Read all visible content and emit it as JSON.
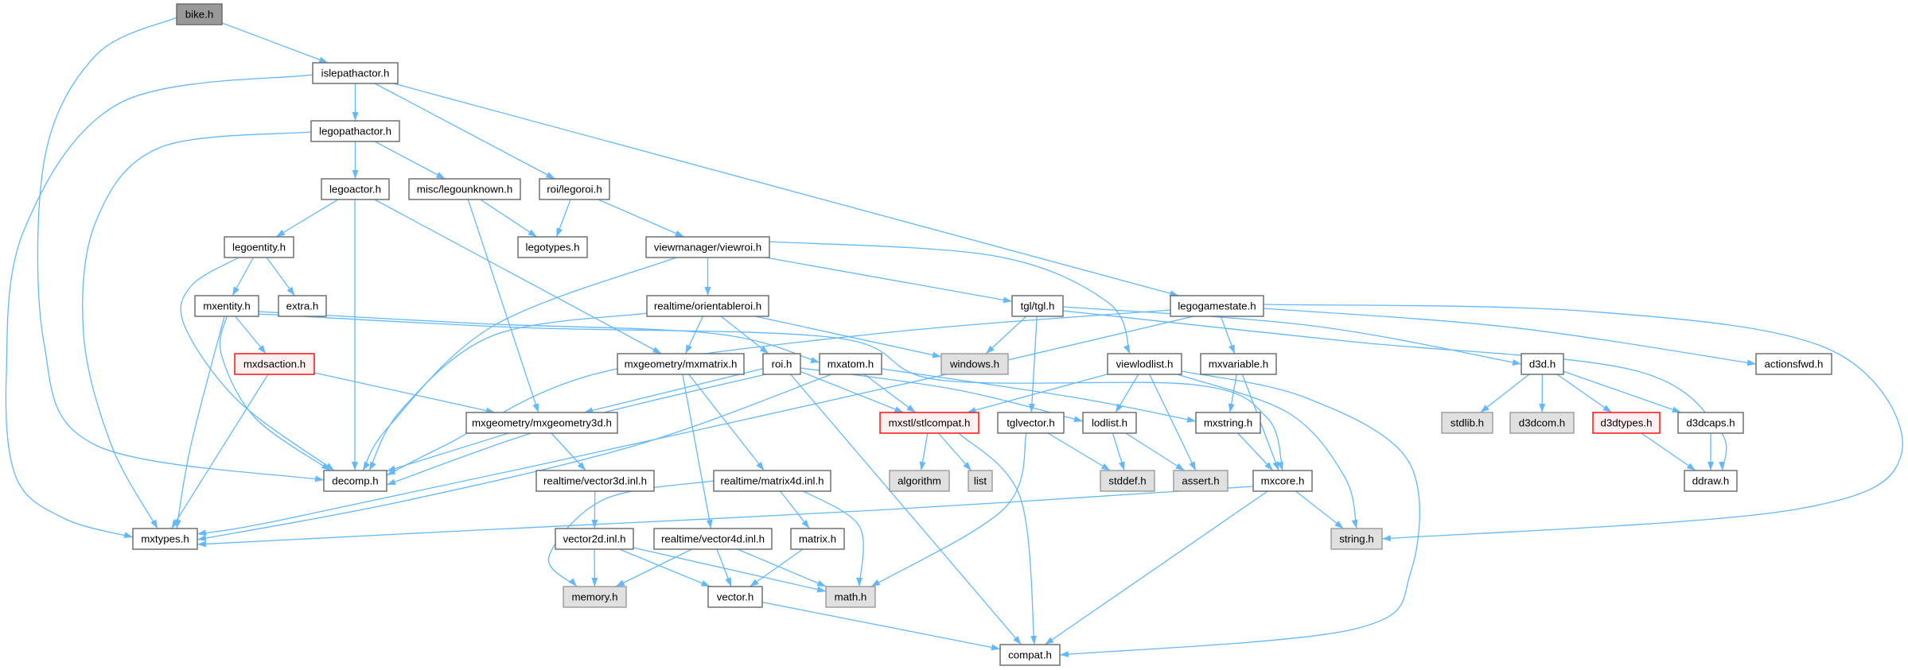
{
  "graph": {
    "type": "include-dependency-graph",
    "styles": {
      "edge_color": "#63b8ff",
      "root": {
        "fill": "#999999",
        "stroke": "#666666"
      },
      "documented": {
        "fill": "#ffffff",
        "stroke": "#666666"
      },
      "external": {
        "fill": "#e0e0e0",
        "stroke": "#999999"
      },
      "truncated": {
        "fill": "#fff0f0",
        "stroke": "#ff0000"
      }
    },
    "nodes": [
      {
        "label": "bike.h",
        "kind": "root"
      },
      {
        "label": "islepathactor.h",
        "kind": "documented"
      },
      {
        "label": "legopathactor.h",
        "kind": "documented"
      },
      {
        "label": "legoactor.h",
        "kind": "documented"
      },
      {
        "label": "misc/legounknown.h",
        "kind": "documented"
      },
      {
        "label": "roi/legoroi.h",
        "kind": "documented"
      },
      {
        "label": "legoentity.h",
        "kind": "documented"
      },
      {
        "label": "legotypes.h",
        "kind": "documented"
      },
      {
        "label": "viewmanager/viewroi.h",
        "kind": "documented"
      },
      {
        "label": "mxentity.h",
        "kind": "documented"
      },
      {
        "label": "extra.h",
        "kind": "documented"
      },
      {
        "label": "realtime/orientableroi.h",
        "kind": "documented"
      },
      {
        "label": "tgl/tgl.h",
        "kind": "documented"
      },
      {
        "label": "legogamestate.h",
        "kind": "documented"
      },
      {
        "label": "mxdsaction.h",
        "kind": "truncated"
      },
      {
        "label": "mxgeometry/mxmatrix.h",
        "kind": "documented"
      },
      {
        "label": "roi.h",
        "kind": "documented"
      },
      {
        "label": "mxatom.h",
        "kind": "documented"
      },
      {
        "label": "windows.h",
        "kind": "external"
      },
      {
        "label": "viewlodlist.h",
        "kind": "documented"
      },
      {
        "label": "mxvariable.h",
        "kind": "documented"
      },
      {
        "label": "d3d.h",
        "kind": "documented"
      },
      {
        "label": "actionsfwd.h",
        "kind": "documented"
      },
      {
        "label": "mxgeometry/mxgeometry3d.h",
        "kind": "documented"
      },
      {
        "label": "mxstl/stlcompat.h",
        "kind": "truncated"
      },
      {
        "label": "tglvector.h",
        "kind": "documented"
      },
      {
        "label": "lodlist.h",
        "kind": "documented"
      },
      {
        "label": "mxstring.h",
        "kind": "documented"
      },
      {
        "label": "stdlib.h",
        "kind": "external"
      },
      {
        "label": "d3dcom.h",
        "kind": "external"
      },
      {
        "label": "d3dtypes.h",
        "kind": "truncated"
      },
      {
        "label": "d3dcaps.h",
        "kind": "documented"
      },
      {
        "label": "decomp.h",
        "kind": "documented"
      },
      {
        "label": "realtime/vector3d.inl.h",
        "kind": "documented"
      },
      {
        "label": "realtime/matrix4d.inl.h",
        "kind": "documented"
      },
      {
        "label": "algorithm",
        "kind": "external"
      },
      {
        "label": "list",
        "kind": "external"
      },
      {
        "label": "stddef.h",
        "kind": "external"
      },
      {
        "label": "assert.h",
        "kind": "external"
      },
      {
        "label": "mxcore.h",
        "kind": "documented"
      },
      {
        "label": "ddraw.h",
        "kind": "documented"
      },
      {
        "label": "mxtypes.h",
        "kind": "documented"
      },
      {
        "label": "vector2d.inl.h",
        "kind": "documented"
      },
      {
        "label": "realtime/vector4d.inl.h",
        "kind": "documented"
      },
      {
        "label": "matrix.h",
        "kind": "documented"
      },
      {
        "label": "string.h",
        "kind": "external"
      },
      {
        "label": "memory.h",
        "kind": "external"
      },
      {
        "label": "vector.h",
        "kind": "documented"
      },
      {
        "label": "math.h",
        "kind": "external"
      },
      {
        "label": "compat.h",
        "kind": "documented"
      }
    ],
    "edges": [
      [
        "bike.h",
        "islepathactor.h"
      ],
      [
        "bike.h",
        "decomp.h"
      ],
      [
        "islepathactor.h",
        "legopathactor.h"
      ],
      [
        "islepathactor.h",
        "mxtypes.h"
      ],
      [
        "islepathactor.h",
        "roi/legoroi.h"
      ],
      [
        "islepathactor.h",
        "legogamestate.h"
      ],
      [
        "legopathactor.h",
        "legoactor.h"
      ],
      [
        "legopathactor.h",
        "misc/legounknown.h"
      ],
      [
        "legopathactor.h",
        "mxtypes.h"
      ],
      [
        "legoactor.h",
        "legoentity.h"
      ],
      [
        "legoactor.h",
        "decomp.h"
      ],
      [
        "legoactor.h",
        "mxgeometry/mxmatrix.h"
      ],
      [
        "misc/legounknown.h",
        "legotypes.h"
      ],
      [
        "misc/legounknown.h",
        "mxgeometry/mxgeometry3d.h"
      ],
      [
        "roi/legoroi.h",
        "legotypes.h"
      ],
      [
        "roi/legoroi.h",
        "viewmanager/viewroi.h"
      ],
      [
        "legoentity.h",
        "mxentity.h"
      ],
      [
        "legoentity.h",
        "extra.h"
      ],
      [
        "legoentity.h",
        "decomp.h"
      ],
      [
        "viewmanager/viewroi.h",
        "realtime/orientableroi.h"
      ],
      [
        "viewmanager/viewroi.h",
        "decomp.h"
      ],
      [
        "viewmanager/viewroi.h",
        "tgl/tgl.h"
      ],
      [
        "viewmanager/viewroi.h",
        "viewlodlist.h"
      ],
      [
        "mxentity.h",
        "mxdsaction.h"
      ],
      [
        "mxentity.h",
        "decomp.h"
      ],
      [
        "mxentity.h",
        "mxtypes.h"
      ],
      [
        "mxentity.h",
        "mxatom.h"
      ],
      [
        "mxentity.h",
        "mxcore.h"
      ],
      [
        "realtime/orientableroi.h",
        "mxgeometry/mxmatrix.h"
      ],
      [
        "realtime/orientableroi.h",
        "roi.h"
      ],
      [
        "realtime/orientableroi.h",
        "decomp.h"
      ],
      [
        "realtime/orientableroi.h",
        "windows.h"
      ],
      [
        "tgl/tgl.h",
        "windows.h"
      ],
      [
        "tgl/tgl.h",
        "tglvector.h"
      ],
      [
        "tgl/tgl.h",
        "d3d.h"
      ],
      [
        "tgl/tgl.h",
        "ddraw.h"
      ],
      [
        "legogamestate.h",
        "decomp.h"
      ],
      [
        "legogamestate.h",
        "mxtypes.h"
      ],
      [
        "legogamestate.h",
        "mxvariable.h"
      ],
      [
        "legogamestate.h",
        "actionsfwd.h"
      ],
      [
        "legogamestate.h",
        "string.h"
      ],
      [
        "mxdsaction.h",
        "mxgeometry/mxgeometry3d.h"
      ],
      [
        "mxdsaction.h",
        "mxtypes.h"
      ],
      [
        "mxgeometry/mxmatrix.h",
        "realtime/matrix4d.inl.h"
      ],
      [
        "mxgeometry/mxmatrix.h",
        "realtime/vector4d.inl.h"
      ],
      [
        "roi.h",
        "mxgeometry/mxgeometry3d.h"
      ],
      [
        "roi.h",
        "decomp.h"
      ],
      [
        "roi.h",
        "mxstl/stlcompat.h"
      ],
      [
        "roi.h",
        "lodlist.h"
      ],
      [
        "roi.h",
        "compat.h"
      ],
      [
        "mxatom.h",
        "mxstl/stlcompat.h"
      ],
      [
        "mxatom.h",
        "mxstring.h"
      ],
      [
        "mxatom.h",
        "mxtypes.h"
      ],
      [
        "viewlodlist.h",
        "mxstl/stlcompat.h"
      ],
      [
        "viewlodlist.h",
        "lodlist.h"
      ],
      [
        "viewlodlist.h",
        "assert.h"
      ],
      [
        "viewlodlist.h",
        "string.h"
      ],
      [
        "viewlodlist.h",
        "compat.h"
      ],
      [
        "mxvariable.h",
        "mxstring.h"
      ],
      [
        "mxvariable.h",
        "mxcore.h"
      ],
      [
        "d3d.h",
        "stdlib.h"
      ],
      [
        "d3d.h",
        "d3dcom.h"
      ],
      [
        "d3d.h",
        "d3dtypes.h"
      ],
      [
        "d3d.h",
        "d3dcaps.h"
      ],
      [
        "mxgeometry/mxgeometry3d.h",
        "decomp.h"
      ],
      [
        "mxgeometry/mxgeometry3d.h",
        "realtime/vector3d.inl.h"
      ],
      [
        "mxstl/stlcompat.h",
        "algorithm"
      ],
      [
        "mxstl/stlcompat.h",
        "list"
      ],
      [
        "mxstl/stlcompat.h",
        "compat.h"
      ],
      [
        "tglvector.h",
        "stddef.h"
      ],
      [
        "tglvector.h",
        "math.h"
      ],
      [
        "lodlist.h",
        "stddef.h"
      ],
      [
        "lodlist.h",
        "assert.h"
      ],
      [
        "mxstring.h",
        "mxcore.h"
      ],
      [
        "d3dtypes.h",
        "ddraw.h"
      ],
      [
        "d3dcaps.h",
        "ddraw.h"
      ],
      [
        "realtime/vector3d.inl.h",
        "vector2d.inl.h"
      ],
      [
        "realtime/matrix4d.inl.h",
        "memory.h"
      ],
      [
        "realtime/matrix4d.inl.h",
        "matrix.h"
      ],
      [
        "realtime/matrix4d.inl.h",
        "math.h"
      ],
      [
        "mxcore.h",
        "mxtypes.h"
      ],
      [
        "mxcore.h",
        "string.h"
      ],
      [
        "mxcore.h",
        "compat.h"
      ],
      [
        "vector2d.inl.h",
        "memory.h"
      ],
      [
        "vector2d.inl.h",
        "vector.h"
      ],
      [
        "vector2d.inl.h",
        "math.h"
      ],
      [
        "realtime/vector4d.inl.h",
        "memory.h"
      ],
      [
        "realtime/vector4d.inl.h",
        "vector.h"
      ],
      [
        "realtime/vector4d.inl.h",
        "math.h"
      ],
      [
        "matrix.h",
        "vector.h"
      ],
      [
        "vector.h",
        "compat.h"
      ]
    ]
  }
}
